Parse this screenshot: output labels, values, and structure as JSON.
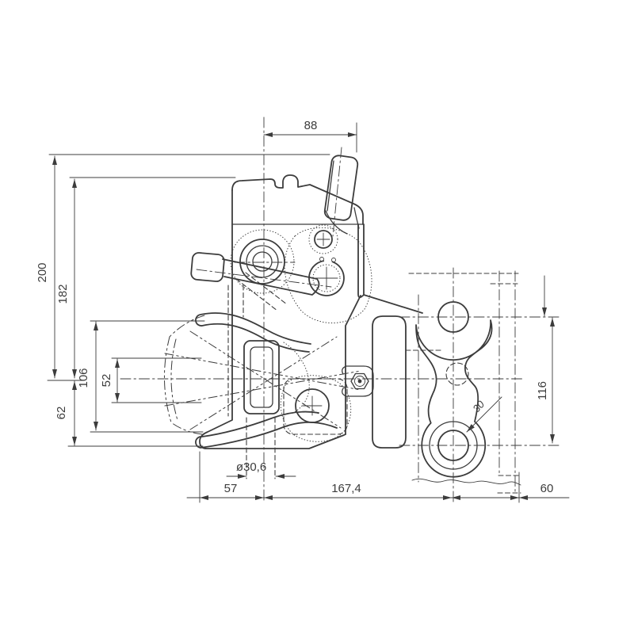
{
  "drawing": {
    "kind": "technical-drawing",
    "subject": "pintle-hook-towing-hitch-side-view",
    "dims": {
      "top_width": "88",
      "overall_height": "200",
      "body_height": "182",
      "jaw_swing_height": "106",
      "jaw_inner_height": "52",
      "lower_height": "62",
      "pin_hole_diameter": "ø30,6",
      "pin_offset": "57",
      "mount_distance": "167,4",
      "flange_depth": "60",
      "hole_spacing": "116",
      "mount_hole_diameter": "30"
    },
    "colors": {
      "line": "#3c3c3c",
      "background": "#ffffff"
    }
  }
}
